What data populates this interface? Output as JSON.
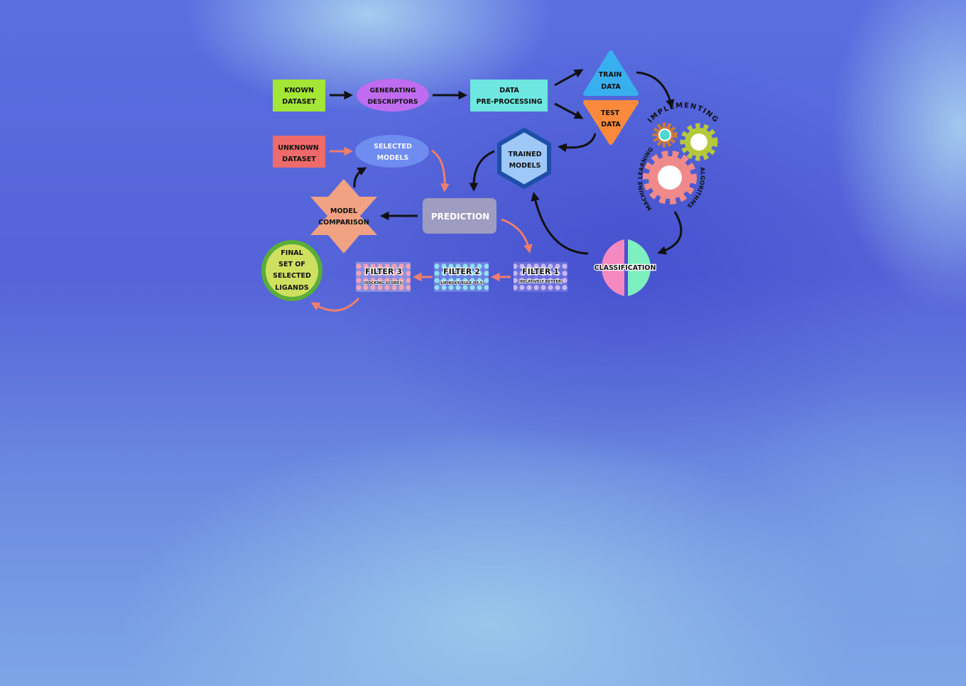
{
  "nodes": {
    "known_dataset": [
      "KNOWN",
      "DATASET"
    ],
    "generating_descriptors": [
      "GENERATING",
      "DESCRIPTORS"
    ],
    "data_preprocessing": [
      "DATA",
      "PRE-PROCESSING"
    ],
    "train_data": [
      "TRAIN",
      "DATA"
    ],
    "test_data": [
      "TEST",
      "DATA"
    ],
    "unknown_dataset": [
      "UNKNOWN",
      "DATASET"
    ],
    "selected_models": [
      "SELECTED",
      "MODELS"
    ],
    "trained_models": [
      "TRAINED",
      "MODELS"
    ],
    "prediction": "PREDICTION",
    "model_comparison": [
      "MODEL",
      "COMPARISON"
    ],
    "classification": "CLASSIFICATION",
    "final_set": [
      "FINAL",
      "SET OF",
      "SELECTED",
      "LIGANDS"
    ],
    "filter1": {
      "title": "FILTER 1",
      "subtitle": "(RELATIVELY BETTER)"
    },
    "filter2": {
      "title": "FILTER 2",
      "subtitle": "(LIPINSKY RULE OF 5)"
    },
    "filter3": {
      "title": "FILTER 3",
      "subtitle": "(DOCKING SCORES)"
    }
  },
  "ml_label": {
    "top": "IMPLEMENTING",
    "left": "MACHINE LEARNING",
    "right": "ALGORITHMS"
  },
  "colors": {
    "known_dataset": "#a3e635",
    "generating_descriptors": "#c06cf0",
    "data_preprocessing": "#6ee7e0",
    "train_data": "#38b0f0",
    "test_data": "#fb8a3c",
    "unknown_dataset": "#ef6a6a",
    "selected_models": "#6f8cf0",
    "trained_models_fill": "#9ec8f8",
    "trained_models_border": "#1e4fa8",
    "prediction": "#9e9cc0",
    "model_comparison": "#f0a283",
    "classification_left": "#f58ac0",
    "classification_right": "#7ef0bf",
    "final_set_fill": "#cfe060",
    "final_set_border": "#5aae3a",
    "black_arrow": "#111111",
    "salmon_arrow": "#ef7f6c"
  }
}
